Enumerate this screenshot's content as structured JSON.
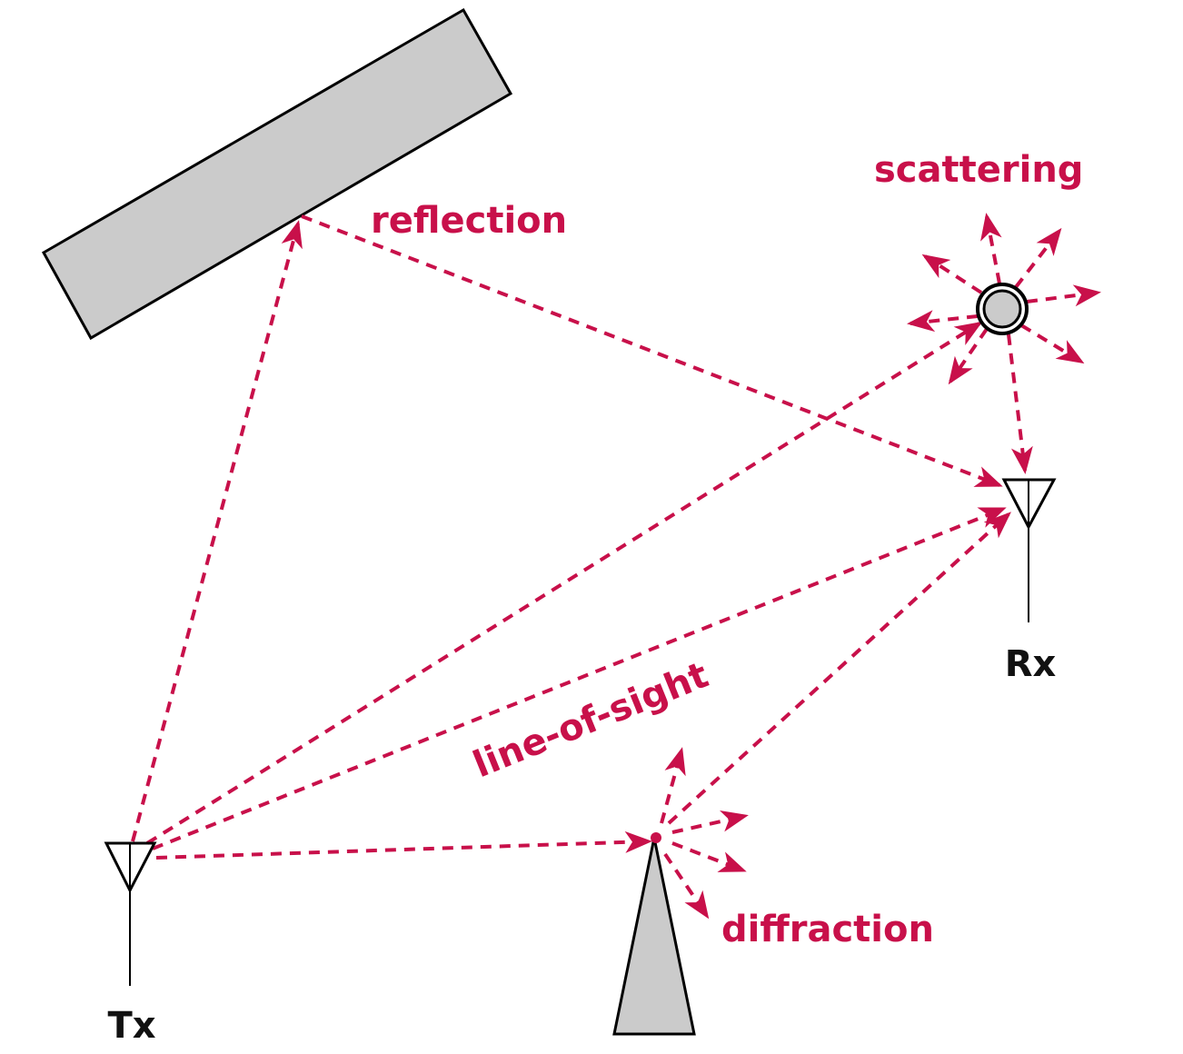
{
  "diagram": {
    "title": "Radio propagation mechanisms",
    "colors": {
      "ray": "#c8104a",
      "obstacle_fill": "#cbcbcb",
      "outline": "#000000",
      "label_dark": "#111111"
    },
    "nodes": {
      "transmitter": {
        "label": "Tx"
      },
      "receiver": {
        "label": "Rx"
      }
    },
    "mechanisms": {
      "reflection": {
        "label": "reflection",
        "obstacle": "wall"
      },
      "scattering": {
        "label": "scattering",
        "obstacle": "small-object"
      },
      "line_of_sight": {
        "label": "line-of-sight"
      },
      "diffraction": {
        "label": "diffraction",
        "obstacle": "edge"
      }
    },
    "paths": [
      {
        "from": "Tx",
        "via": "wall",
        "to": "Rx",
        "mechanism": "reflection"
      },
      {
        "from": "Tx",
        "via": "scatterer",
        "to": "Rx",
        "mechanism": "scattering"
      },
      {
        "from": "Tx",
        "to": "Rx",
        "mechanism": "line-of-sight"
      },
      {
        "from": "Tx",
        "via": "edge",
        "to": "Rx",
        "mechanism": "diffraction"
      }
    ]
  }
}
